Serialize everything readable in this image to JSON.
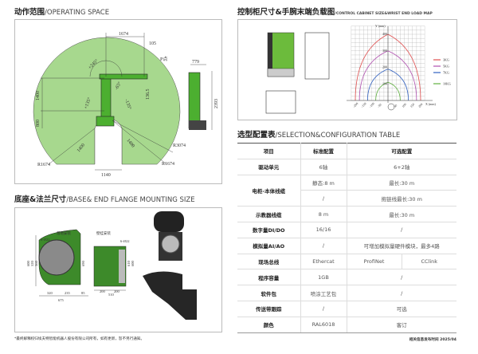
{
  "operating_space": {
    "title_cn": "动作范围",
    "title_en": "/OPERATING SPACE",
    "labels": {
      "d1674": "1674",
      "d105": "105",
      "p_point": "P点",
      "d779": "779",
      "a245": "+245°",
      "a65": "-65°",
      "a135p": "+135°",
      "a135n": "-135°",
      "d1365": "136.5",
      "d1400v": "1400",
      "d800": "800",
      "d2393": "2393",
      "d1400a": "1400",
      "d1400b": "1400",
      "r3074": "R3074",
      "r1674a": "R1674",
      "r1674b": "R1674",
      "d1140": "1140"
    }
  },
  "cabinet": {
    "title_cn": "控制柜尺寸&手腕末端负载图",
    "title_en": "/CONTROL CABINET SIZE&WRIST END LOAD MAP"
  },
  "load_map": {
    "y_axis_label": "Y (mm)",
    "x_axis_label": "X (mm)",
    "y_ticks": [
      100,
      200,
      300,
      400
    ],
    "x_ticks": [
      -200,
      -150,
      -100,
      -50,
      50,
      100,
      150,
      200
    ],
    "series": [
      {
        "name": "3KG",
        "color": "#e05050",
        "x_extent": 200,
        "y_peak": 400
      },
      {
        "name": "5KG",
        "color": "#b050b0",
        "x_extent": 175,
        "y_peak": 300
      },
      {
        "name": "7KG",
        "color": "#3060c0",
        "x_extent": 125,
        "y_peak": 190
      },
      {
        "name": "10KG",
        "color": "#60b040",
        "x_extent": 75,
        "y_peak": 110
      }
    ]
  },
  "base": {
    "title_cn": "底座&法兰尺寸",
    "title_en": "/BASE& END FLANGE MOUNTING SIZE",
    "labels": {
      "floor": "落地安装",
      "wall": "壁挂安装",
      "holes1": "6-Ø22",
      "holes2": "6-Ø22",
      "d600": "600",
      "d520": "520",
      "d360": "360",
      "d320": "320",
      "d235": "235",
      "d85": "85",
      "d675": "675",
      "d690": "690",
      "d610": "610",
      "d600b": "600",
      "d510": "510",
      "d200a": "200",
      "d200b": "200"
    }
  },
  "footnote": "*最终解释权归埃夫特智能机器人股份有限公司所有，如有更新，恕不另行通知。",
  "table": {
    "title_cn": "选型配置表",
    "title_en": "/SELECTION&CONFIGURATION TABLE",
    "headers": [
      "项目",
      "标准配置",
      "可选配置"
    ],
    "rows": {
      "drive": [
        "驱动单元",
        "6轴",
        "6+2轴"
      ],
      "cable": [
        "电柜-本体线缆",
        "静态:8 m",
        "最长:30 m",
        "/",
        "拖链线最长:30 m"
      ],
      "pendant": [
        "示教器线缆",
        "8 m",
        "最长:30 m"
      ],
      "dido": [
        "数字量DI/DO",
        "16/16",
        "/"
      ],
      "aiao": [
        "模拟量AI/AO",
        "/",
        "可增加模拟量硬件模块，最多4路"
      ],
      "bus": [
        "现场总线",
        "Ethercat",
        "ProfiNet",
        "CClink"
      ],
      "program": [
        "程序容量",
        "1GB",
        "/"
      ],
      "software": [
        "软件包",
        "喷涂工艺包",
        "/"
      ],
      "conveyor": [
        "传送带跟踪",
        "/",
        "可选"
      ],
      "color": [
        "颜色",
        "RAL6018",
        "客订"
      ]
    }
  },
  "release": "相关信息发布时间 2025/04"
}
